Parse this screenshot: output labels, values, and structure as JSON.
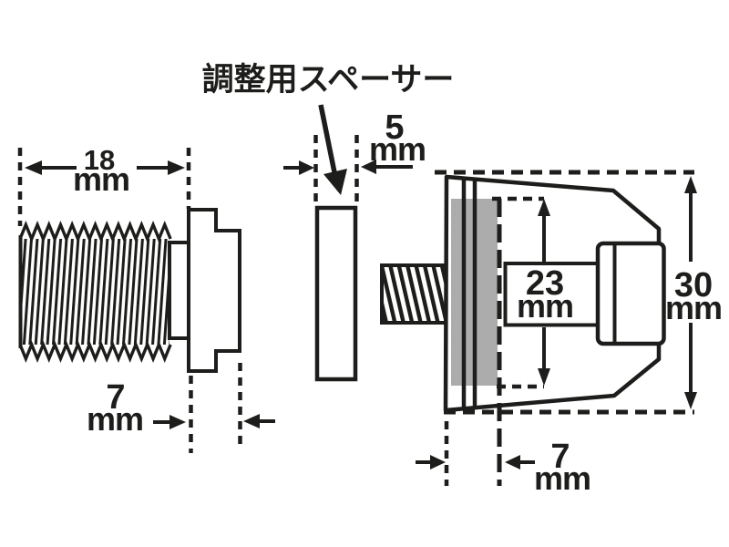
{
  "diagram": {
    "spacer_label": "調整用スペーサー",
    "dims": {
      "thread_length": {
        "value": "18",
        "unit": "mm"
      },
      "head_thickness": {
        "value": "7",
        "unit": "mm"
      },
      "spacer_thickness": {
        "value": "5",
        "unit": "mm"
      },
      "bore_depth": {
        "value": "23",
        "unit": "mm"
      },
      "nut_height": {
        "value": "30",
        "unit": "mm"
      },
      "seat_depth": {
        "value": "7",
        "unit": "mm"
      }
    },
    "colors": {
      "line": "#1d1d1b",
      "shade": "#acacac",
      "background": "#ffffff"
    }
  }
}
